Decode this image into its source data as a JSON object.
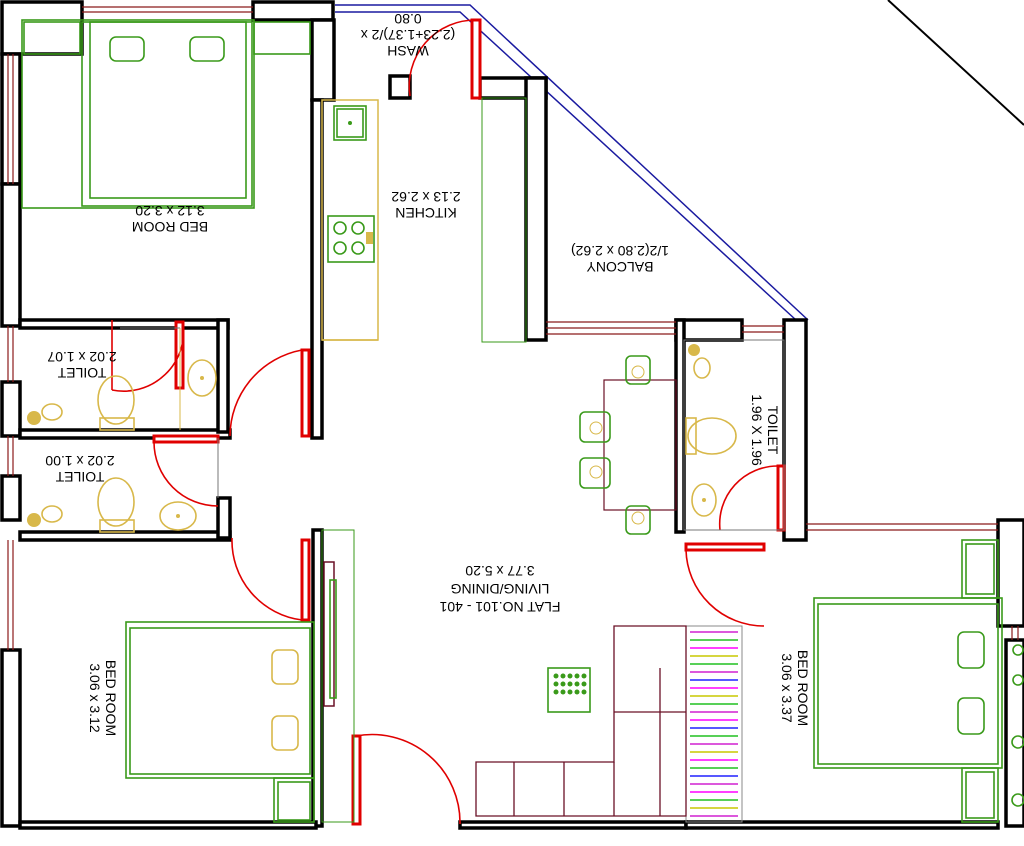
{
  "plan": {
    "flat_title": "FLAT NO.101 - 401",
    "living": {
      "name": "LIVING/DINING",
      "size": "3.77 x 5.20"
    },
    "kitchen": {
      "name": "KITCHEN",
      "size": "2.13 x 2.62"
    },
    "wash": {
      "name": "WASH",
      "size_line1": "(2.23+1.37)/2 x",
      "size_line2": "0.80"
    },
    "balcony": {
      "name": "BALCONY",
      "size": "1/2(2.80 x 2.62)"
    },
    "bed_top_left": {
      "name": "BED ROOM",
      "size": "3.12 x 3.20"
    },
    "toilet_upper": {
      "name": "TOILET",
      "size": "2.02 x 1.07"
    },
    "toilet_lower": {
      "name": "TOILET",
      "size": "2.02 x 1.00"
    },
    "toilet_right": {
      "name": "TOILET",
      "size": "1.96 X 1.96"
    },
    "bed_bottom_left": {
      "name": "BED ROOM",
      "size": "3.06 x 3.12"
    },
    "bed_bottom_right": {
      "name": "BED ROOM",
      "size": "3.06 x 3.37"
    }
  },
  "colors": {
    "wall": "#000000",
    "door_swing": "#e00000",
    "window": "#8b1a1a",
    "furniture": "#3a9a1a",
    "sanitary": "#d8b84a",
    "balcony_rail": "#1a1aa0",
    "sofa": "#6a1026"
  }
}
